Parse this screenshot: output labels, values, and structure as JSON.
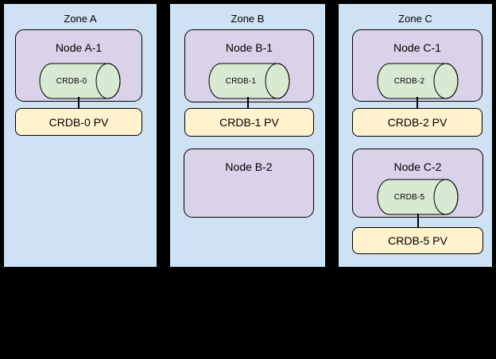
{
  "colors": {
    "background": "#000000",
    "zone_fill": "#cfe2f3",
    "node_fill": "#d9d2e9",
    "db_fill": "#d9ead3",
    "pv_fill": "#fff2cc",
    "border": "#000000"
  },
  "zones": [
    {
      "title": "Zone A",
      "nodes": [
        {
          "title": "Node A-1",
          "db": "CRDB-0",
          "pv": "CRDB-0 PV"
        }
      ]
    },
    {
      "title": "Zone B",
      "nodes": [
        {
          "title": "Node B-1",
          "db": "CRDB-1",
          "pv": "CRDB-1 PV"
        },
        {
          "title": "Node B-2"
        }
      ]
    },
    {
      "title": "Zone C",
      "nodes": [
        {
          "title": "Node C-1",
          "db": "CRDB-2",
          "pv": "CRDB-2 PV"
        },
        {
          "title": "Node C-2",
          "db": "CRDB-5",
          "pv": "CRDB-5 PV"
        }
      ]
    }
  ]
}
